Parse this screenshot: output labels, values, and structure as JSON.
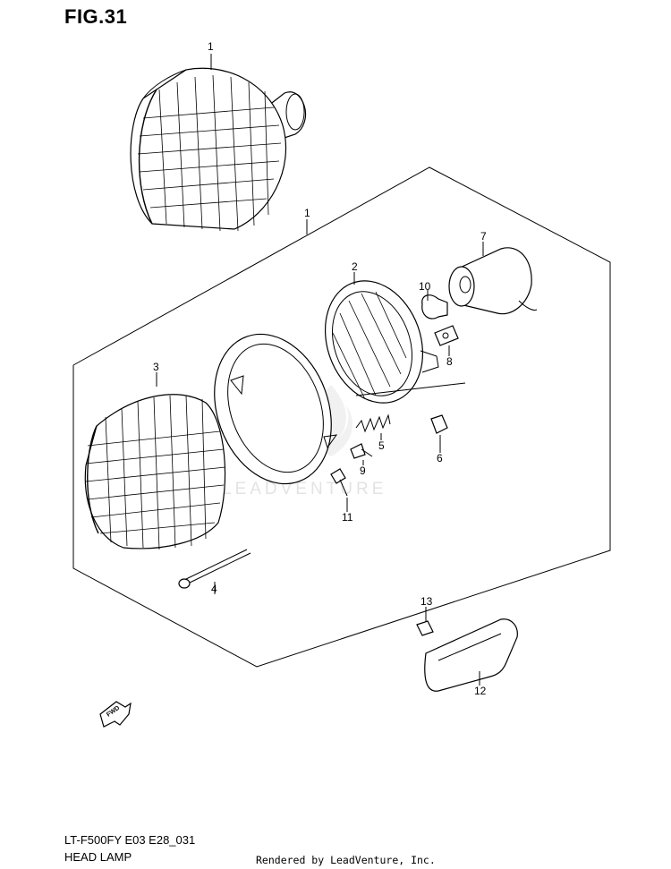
{
  "figure": {
    "title": "FIG.31"
  },
  "footer": {
    "model": "LT-F500FY E03 E28_031",
    "section": "HEAD LAMP",
    "credit": "Rendered by LeadVenture, Inc."
  },
  "watermark": "LEADVENTURE",
  "fwd_label": "FWD",
  "callouts": [
    "1",
    "1",
    "2",
    "3",
    "4",
    "5",
    "6",
    "7",
    "8",
    "9",
    "10",
    "11",
    "12",
    "13"
  ]
}
